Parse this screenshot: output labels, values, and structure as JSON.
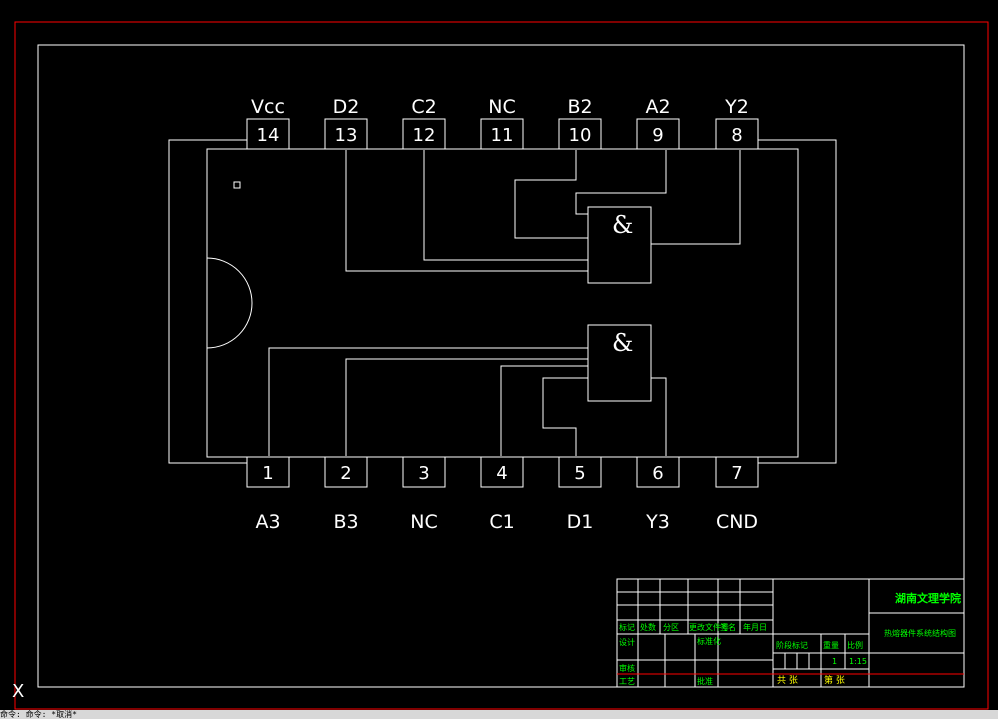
{
  "pins_top": [
    {
      "num": "14",
      "label": "Vcc"
    },
    {
      "num": "13",
      "label": "D2"
    },
    {
      "num": "12",
      "label": "C2"
    },
    {
      "num": "11",
      "label": "NC"
    },
    {
      "num": "10",
      "label": "B2"
    },
    {
      "num": "9",
      "label": "A2"
    },
    {
      "num": "8",
      "label": "Y2"
    }
  ],
  "pins_bottom": [
    {
      "num": "1",
      "label": "A3"
    },
    {
      "num": "2",
      "label": "B3"
    },
    {
      "num": "3",
      "label": "NC"
    },
    {
      "num": "4",
      "label": "C1"
    },
    {
      "num": "5",
      "label": "D1"
    },
    {
      "num": "6",
      "label": "Y3"
    },
    {
      "num": "7",
      "label": "CND"
    }
  ],
  "gates": [
    {
      "symbol": "&"
    },
    {
      "symbol": "&"
    }
  ],
  "title_block": {
    "school": "湖南文理学院",
    "drawing_title": "热熔器件系统结构图",
    "header_row": [
      "标记",
      "处数",
      "分区",
      "更改文件号",
      "签名",
      "年月日"
    ],
    "design_label": "设计",
    "std_label": "标准化",
    "stage_label": "阶段标记",
    "weight_label": "重量",
    "scale_label": "比例",
    "quantity": "1",
    "scale_value": "1:15",
    "review_label": "审核",
    "process_label": "工艺",
    "approve_label": "批准",
    "sheet_label": "共 张",
    "page_label": "第 张"
  },
  "axis_marker": "X",
  "status_text": "命令: 命令: *取消*",
  "colors": {
    "background": "#000000",
    "line": "#ffffff",
    "outer_border": "#ff0000",
    "title_block_text_green": "#00ff00",
    "title_block_text_yellow": "#ffff00"
  }
}
